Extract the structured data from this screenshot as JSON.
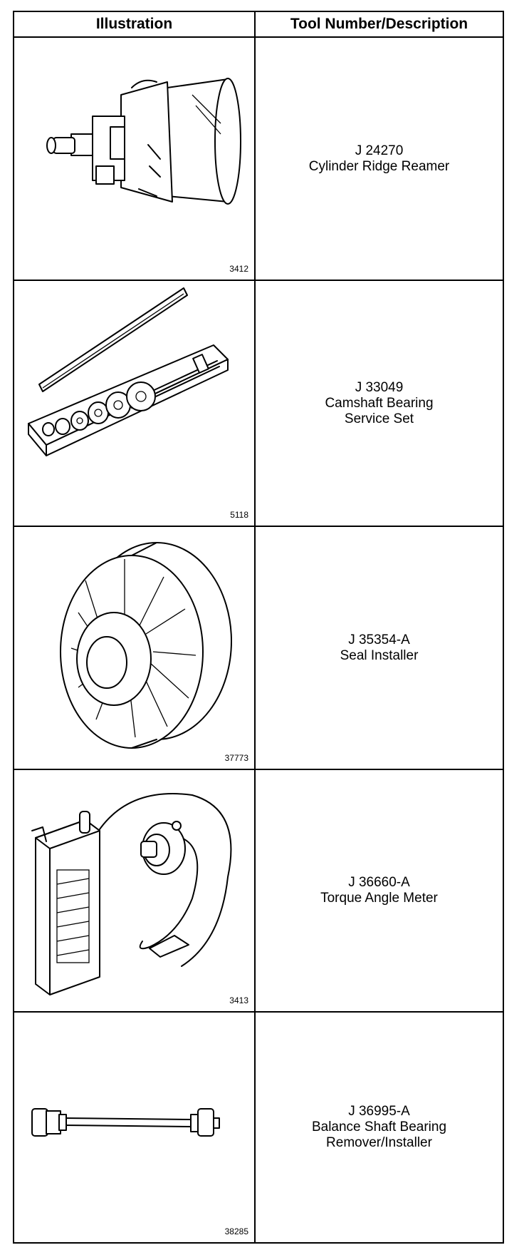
{
  "header": {
    "illustration": "Illustration",
    "tool": "Tool Number/Description"
  },
  "rows": [
    {
      "figure": "3412",
      "number": "J 24270",
      "lines": [
        "Cylinder Ridge Reamer"
      ]
    },
    {
      "figure": "5118",
      "number": "J 33049",
      "lines": [
        "Camshaft Bearing",
        "Service Set"
      ]
    },
    {
      "figure": "37773",
      "number": "J 35354-A",
      "lines": [
        "Seal Installer"
      ]
    },
    {
      "figure": "3413",
      "number": "J 36660-A",
      "lines": [
        "Torque Angle Meter"
      ]
    },
    {
      "figure": "38285",
      "number": "J 36995-A",
      "lines": [
        "Balance Shaft Bearing",
        "Remover/Installer"
      ]
    }
  ]
}
